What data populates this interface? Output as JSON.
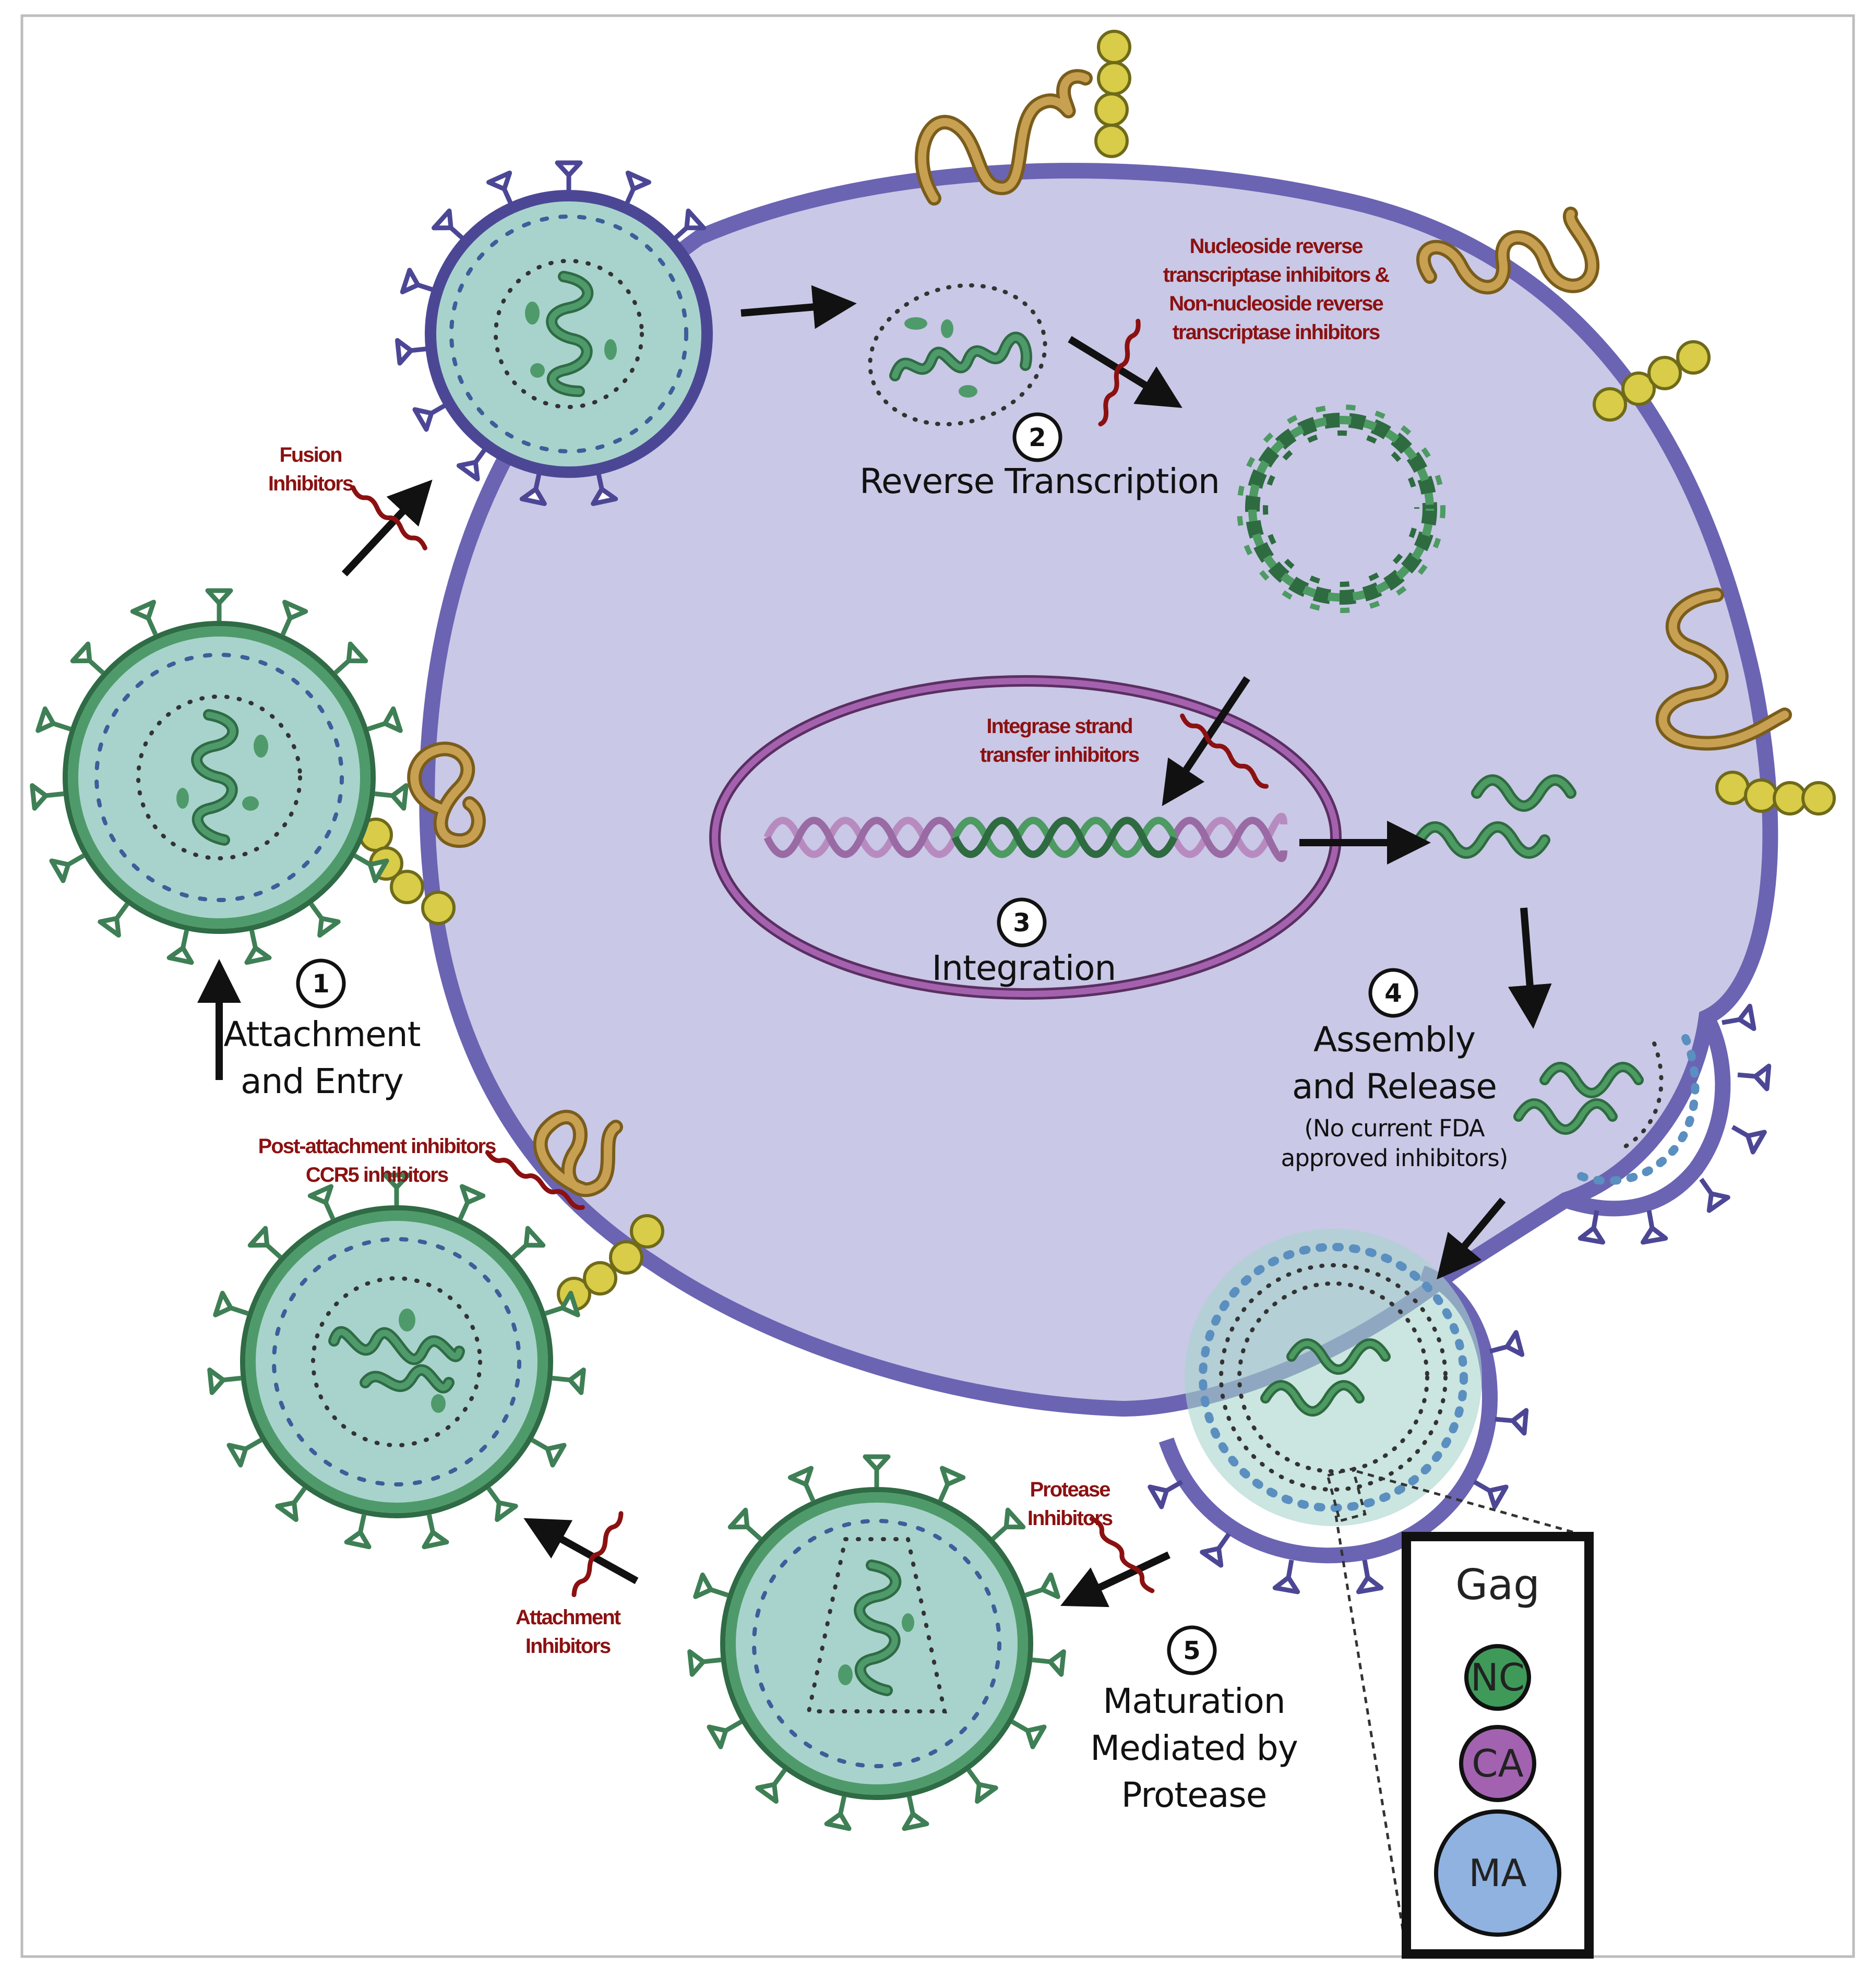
{
  "colors": {
    "cell_fill": "#c9c8e6",
    "cell_membrane": "#6b64b3",
    "virus_envelope": "#4f9a6a",
    "virus_fill": "#a8d3cc",
    "rna_green": "#4d9a62",
    "host_dna": "#b88bc0",
    "nucleus_ring": "#8a4f92",
    "receptor_gold": "#b08a2e",
    "coreceptor_yellow": "#d8cc48",
    "inhibitor_red": "#8b1111",
    "gag_nc": "#3f9a5a",
    "gag_ca": "#a262b0",
    "gag_ma": "#8fb2e0"
  },
  "steps": {
    "step1": {
      "number": "1",
      "line1": "Attachment",
      "line2": "and Entry"
    },
    "step2": {
      "number": "2",
      "line1": "Reverse Transcription"
    },
    "step3": {
      "number": "3",
      "line1": "Integration"
    },
    "step4": {
      "number": "4",
      "line1": "Assembly",
      "line2": "and Release",
      "note1": "(No current FDA",
      "note2": "approved inhibitors)"
    },
    "step5": {
      "number": "5",
      "line1": "Maturation",
      "line2": "Mediated by",
      "line3": "Protease"
    }
  },
  "inhibitors": {
    "fusion": [
      "Fusion",
      "Inhibitors"
    ],
    "rt": [
      "Nucleoside reverse",
      "transcriptase inhibitors &",
      "Non-nucleoside reverse",
      "transcriptase inhibitors"
    ],
    "integrase": [
      "Integrase strand",
      "transfer inhibitors"
    ],
    "post_attachment": [
      "Post-attachment inhibitors",
      "CCR5 inhibitors"
    ],
    "attachment": [
      "Attachment",
      "Inhibitors"
    ],
    "protease": [
      "Protease",
      "Inhibitors"
    ]
  },
  "gag_legend": {
    "title": "Gag",
    "items": [
      "NC",
      "CA",
      "MA"
    ]
  }
}
